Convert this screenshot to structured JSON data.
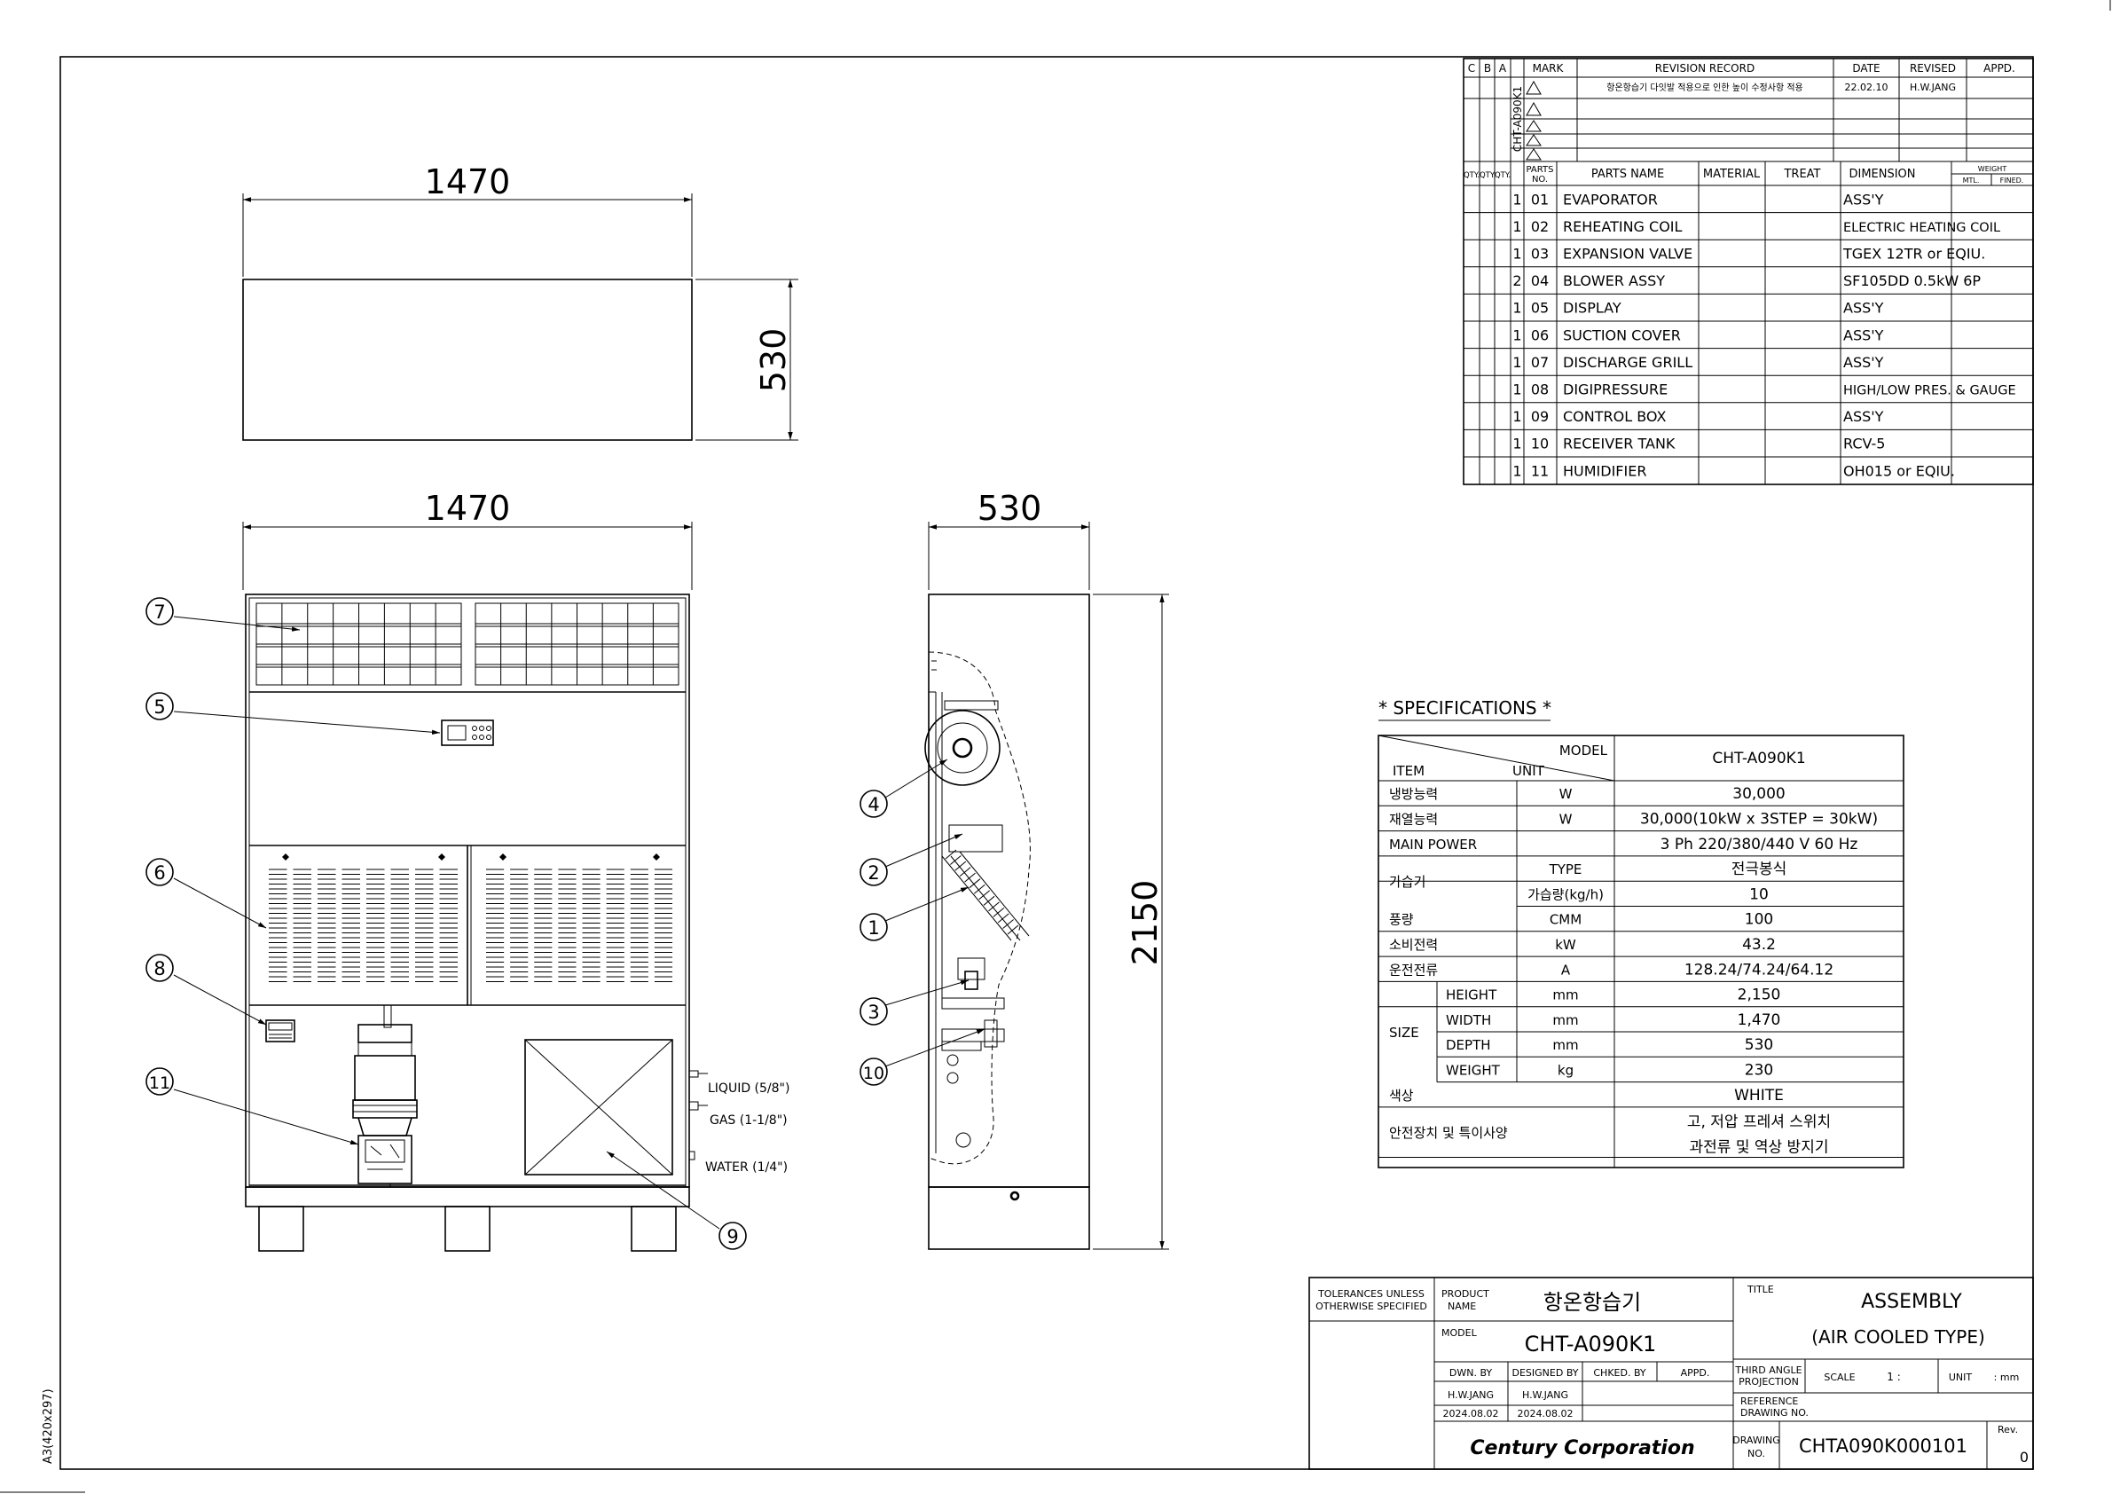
{
  "sheet_label": "A3(420x297)",
  "dimensions": {
    "top_width": "1470",
    "top_depth": "530",
    "front_width": "1470",
    "side_depth": "530",
    "height": "2150"
  },
  "balloons": {
    "front": [
      "7",
      "5",
      "6",
      "8",
      "11",
      "9"
    ],
    "side": [
      "4",
      "2",
      "1",
      "3",
      "10"
    ]
  },
  "connections": {
    "liquid": "LIQUID (5/8\")",
    "gas": "GAS (1-1/8\")",
    "water": "WATER (1/4\")"
  },
  "revision": {
    "col_c": "C",
    "col_b": "B",
    "col_a": "A",
    "mark": "MARK",
    "record": "REVISION RECORD",
    "date": "DATE",
    "revised": "REVISED",
    "appd": "APPD.",
    "model_vertical": "CHT-A090K1",
    "rows": [
      {
        "text": "항온항습기 다잇발 적용으로 인한 높이 수정사항 적용",
        "date": "22.02.10",
        "revised": "H.W.JANG"
      },
      {
        "text": "",
        "date": "",
        "revised": ""
      },
      {
        "text": "",
        "date": "",
        "revised": ""
      },
      {
        "text": "",
        "date": "",
        "revised": ""
      }
    ]
  },
  "parts": {
    "headers": {
      "qty": "QTY.",
      "parts_no_1": "PARTS",
      "parts_no_2": "NO.",
      "name": "PARTS NAME",
      "material": "MATERIAL",
      "treat": "TREAT",
      "dimension": "DIMENSION",
      "weight": "WEIGHT",
      "mtl": "MTL.",
      "fined": "FINED."
    },
    "rows": [
      {
        "qty": "1",
        "no": "01",
        "name": "EVAPORATOR",
        "dim": "ASS'Y"
      },
      {
        "qty": "1",
        "no": "02",
        "name": "REHEATING COIL",
        "dim": "ELECTRIC HEATING COIL"
      },
      {
        "qty": "1",
        "no": "03",
        "name": "EXPANSION VALVE",
        "dim": "TGEX 12TR or EQIU."
      },
      {
        "qty": "2",
        "no": "04",
        "name": "BLOWER ASSY",
        "dim": "SF105DD 0.5kW 6P"
      },
      {
        "qty": "1",
        "no": "05",
        "name": "DISPLAY",
        "dim": "ASS'Y"
      },
      {
        "qty": "1",
        "no": "06",
        "name": "SUCTION COVER",
        "dim": "ASS'Y"
      },
      {
        "qty": "1",
        "no": "07",
        "name": "DISCHARGE GRILL",
        "dim": "ASS'Y"
      },
      {
        "qty": "1",
        "no": "08",
        "name": "DIGIPRESSURE",
        "dim": "HIGH/LOW PRES. & GAUGE"
      },
      {
        "qty": "1",
        "no": "09",
        "name": "CONTROL BOX",
        "dim": "ASS'Y"
      },
      {
        "qty": "1",
        "no": "10",
        "name": "RECEIVER TANK",
        "dim": "RCV-5"
      },
      {
        "qty": "1",
        "no": "11",
        "name": "HUMIDIFIER",
        "dim": "OH015 or EQIU."
      }
    ]
  },
  "specs": {
    "title": "* SPECIFICATIONS *",
    "head_model": "MODEL",
    "head_item": "ITEM",
    "head_unit": "UNIT",
    "model_value": "CHT-A090K1",
    "rows": [
      {
        "item": "냉방능력",
        "sub": "",
        "unit": "W",
        "value": "30,000"
      },
      {
        "item": "재열능력",
        "sub": "",
        "unit": "W",
        "value": "30,000(10kW x 3STEP = 30kW)"
      },
      {
        "item": "MAIN POWER",
        "sub": "",
        "unit": "",
        "value": "3 Ph  220/380/440 V  60 Hz"
      },
      {
        "item": "가습기",
        "sub": "",
        "unit": "TYPE",
        "value": "전극봉식"
      },
      {
        "item": "",
        "sub": "",
        "unit": "가습량(kg/h)",
        "value": "10"
      },
      {
        "item": "풍량",
        "sub": "",
        "unit": "CMM",
        "value": "100"
      },
      {
        "item": "소비전력",
        "sub": "",
        "unit": "kW",
        "value": "43.2"
      },
      {
        "item": "운전전류",
        "sub": "",
        "unit": "A",
        "value": "128.24/74.24/64.12"
      },
      {
        "item": "SIZE",
        "sub": "HEIGHT",
        "unit": "mm",
        "value": "2,150"
      },
      {
        "item": "",
        "sub": "WIDTH",
        "unit": "mm",
        "value": "1,470"
      },
      {
        "item": "",
        "sub": "DEPTH",
        "unit": "mm",
        "value": "530"
      },
      {
        "item": "",
        "sub": "WEIGHT",
        "unit": "kg",
        "value": "230"
      },
      {
        "item": "색상",
        "sub": "",
        "unit": "",
        "value": "WHITE"
      },
      {
        "item": "안전장치 및 특이사양",
        "sub": "",
        "unit": "",
        "value": "고, 저압 프레셔 스위치",
        "value2": "과전류 및 역상 방지기"
      }
    ]
  },
  "title_block": {
    "tolerances_1": "TOLERANCES UNLESS",
    "tolerances_2": "OTHERWISE SPECIFIED",
    "product_1": "PRODUCT",
    "product_2": "NAME",
    "product_name": "항온항습기",
    "model_label": "MODEL",
    "model": "CHT-A090K1",
    "dwn_by": "DWN. BY",
    "designed_by": "DESIGNED BY",
    "chked_by": "CHKED. BY",
    "appd": "APPD.",
    "dwn_name": "H.W.JANG",
    "designed_name": "H.W.JANG",
    "dwn_date": "2024.08.02",
    "designed_date": "2024.08.02",
    "company": "Century Corporation",
    "title_label": "TITLE",
    "title": "ASSEMBLY",
    "subtitle": "(AIR COOLED TYPE)",
    "projection_1": "THIRD ANGLE",
    "projection_2": "PROJECTION",
    "scale_label": "SCALE",
    "scale_value": "1 :",
    "unit_label": "UNIT",
    "unit_value": ":  mm",
    "reference_1": "REFERENCE",
    "reference_2": "DRAWING NO.",
    "drawing_1": "DRAWING",
    "drawing_2": "NO.",
    "drawing_no": "CHTA090K000101",
    "rev_label": "Rev.",
    "rev_value": "0"
  }
}
